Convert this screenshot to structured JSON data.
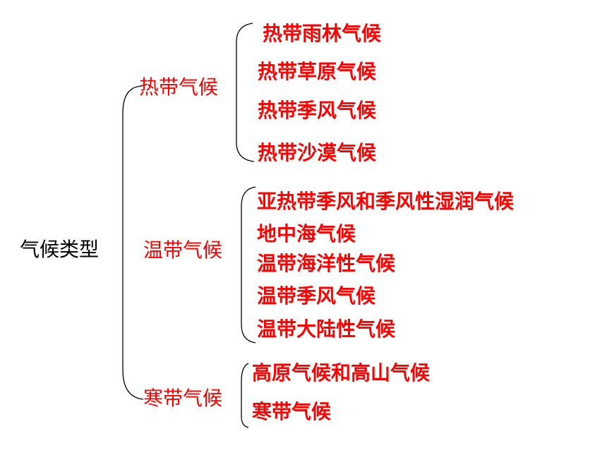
{
  "root": {
    "label": "气候类型"
  },
  "groups": [
    {
      "label": "热带气候",
      "items": [
        "热带雨林气候",
        "热带草原气候",
        "热带季风气候",
        "热带沙漠气候"
      ]
    },
    {
      "label": "温带气候",
      "items": [
        "亚热带季风和季风性湿润气候",
        "地中海气候",
        "温带海洋性气候",
        "温带季风气候",
        "温带大陆性气候"
      ]
    },
    {
      "label": "寒带气候",
      "items": [
        "高原气候和高山气候",
        "寒带气候"
      ]
    }
  ],
  "colors": {
    "accent": "#ff0000",
    "root_text": "#000000",
    "line": "#000000"
  }
}
